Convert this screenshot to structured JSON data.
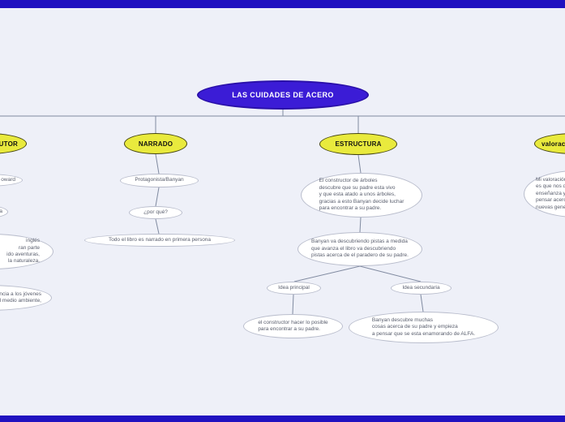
{
  "colors": {
    "background": "#eef0f8",
    "frame_bar": "#2012c0",
    "root_fill": "#3b1cd6",
    "topic_fill": "#e9ea3d",
    "leaf_fill": "#ffffff",
    "connector_line": "#808aa0"
  },
  "root": {
    "label": "LAS CUIDADES DE ACERO"
  },
  "topics": {
    "autor": {
      "label": "AUTOR"
    },
    "narrado": {
      "label": "NARRADO"
    },
    "estructura": {
      "label": "ESTRUCTURA"
    },
    "valoracion": {
      "label": "valoración"
    }
  },
  "autor_branch": {
    "author_fragment": "oward",
    "small_fragment": "a",
    "bio_fragment": "inglés\nran parte\nido aventuras,\nla naturaleza.",
    "theme_fragment": "ciencia a los jóvenes\ny el medio ambiente,"
  },
  "narrado_branch": {
    "protagonista": "Protagonista/Banyan",
    "pregunta": "¿por qué?",
    "respuesta": "Todo el libro es narrado en primera persona"
  },
  "estructura_branch": {
    "resumen": "El constructor de árboles\ndescubre que su padre esta vivo\ny que esta atado a unos árboles,\ngracias a esto Banyan decide luchar\npara encontrar a su padre.",
    "desarrollo": "Banyan va descubriendo pistas a medida\nque avanza el libro va descubriendo\npistas acerca de el paradero de su padre.",
    "idea_principal": "Idea principal",
    "idea_secundaria": "Idea secundaria",
    "idea_principal_detalle": "el constructor hacer lo posible\npara encontrar a su padre.",
    "idea_secundaria_detalle": "Banyan descubre muchas\ncosas acerca de su padre y empieza\na pensar que se esta enamorando de ALFA."
  },
  "valoracion_branch": {
    "texto_fragment": "Mi valoración so\nes que nos deja\nenseñanza ya qu\npensar acerca d\nnuevas generaci"
  }
}
